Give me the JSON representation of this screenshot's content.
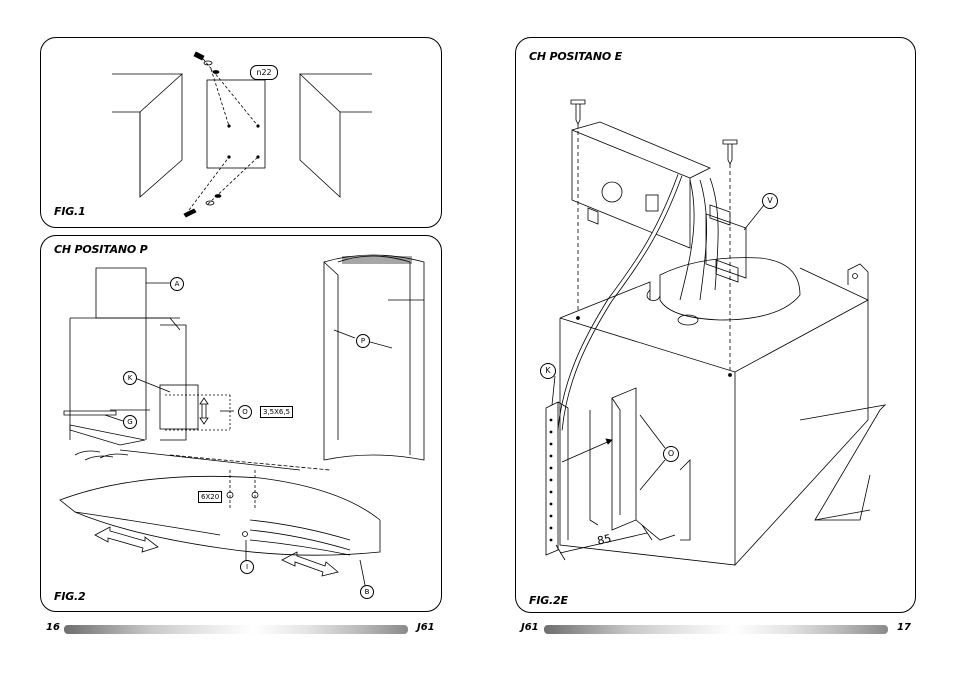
{
  "left_page": {
    "fig1": {
      "label": "FIG.1",
      "callout": "n22"
    },
    "fig2": {
      "title": "CH POSITANO P",
      "label": "FIG.2",
      "callouts": {
        "a": "A",
        "k": "K",
        "o": "O",
        "g": "G",
        "p": "P",
        "i": "I",
        "b": "B"
      },
      "dims": {
        "screw": "3,5X6,5",
        "bolt": "6X20"
      }
    },
    "footer": {
      "page_number": "16",
      "code": "J61"
    }
  },
  "right_page": {
    "fig2e": {
      "title": "CH POSITANO E",
      "label": "FIG.2E",
      "callouts": {
        "v": "V",
        "k": "K",
        "o": "O"
      },
      "dimension": "85"
    },
    "footer": {
      "page_number": "17",
      "code": "J61"
    }
  }
}
